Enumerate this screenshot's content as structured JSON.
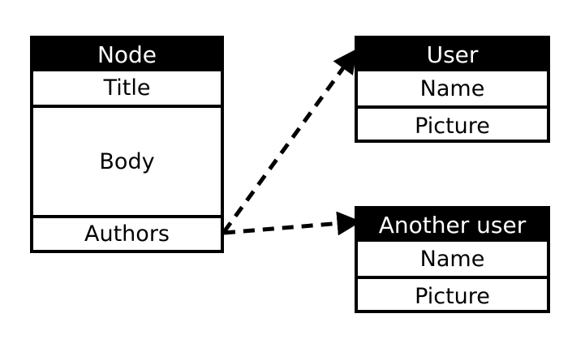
{
  "node": {
    "header": "Node",
    "fields": {
      "title": "Title",
      "body": "Body",
      "authors": "Authors"
    }
  },
  "user": {
    "header": "User",
    "fields": {
      "name": "Name",
      "picture": "Picture"
    }
  },
  "another_user": {
    "header": "Another user",
    "fields": {
      "name": "Name",
      "picture": "Picture"
    }
  },
  "colors": {
    "box": "#000000",
    "header_text": "#ffffff",
    "background": "#ffffff"
  }
}
